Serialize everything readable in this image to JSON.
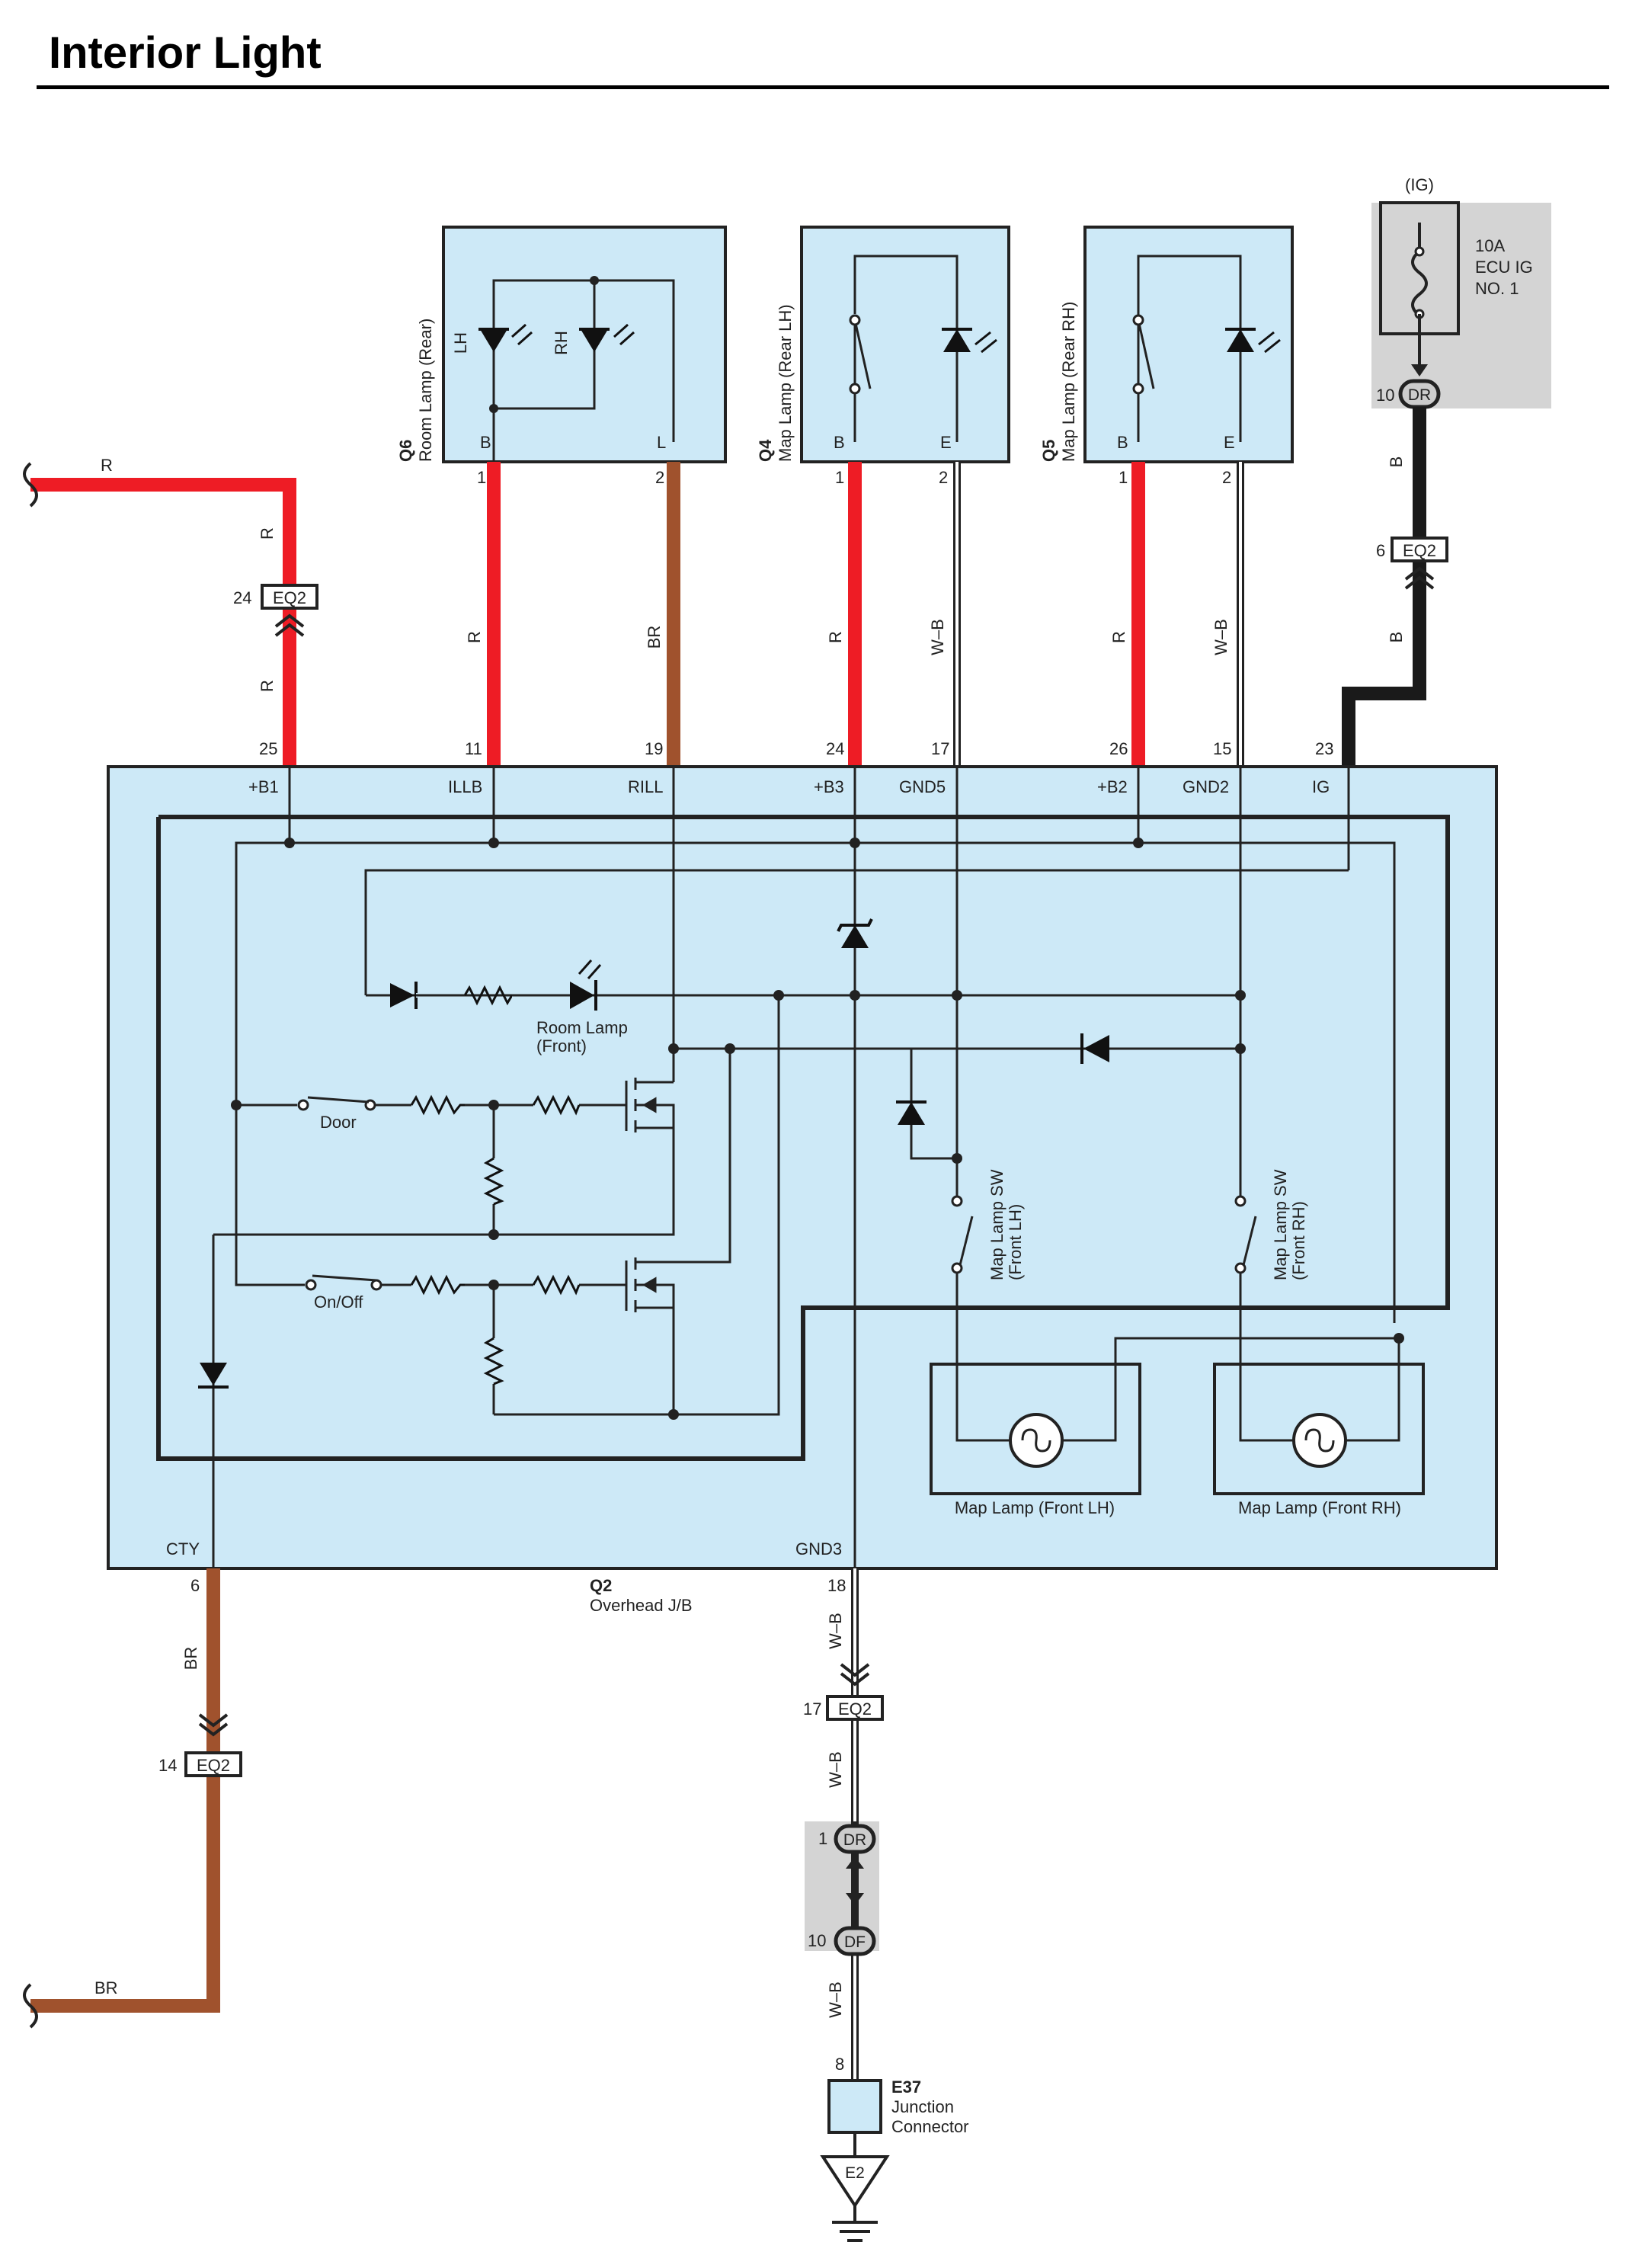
{
  "title": "Interior Light",
  "colors": {
    "red": "#ee1c25",
    "brown": "#a0522d",
    "black": "#1a1a1a",
    "box_fill": "#cde9f7",
    "fuse_bg": "#d4d4d4"
  },
  "fuse": {
    "header": "(IG)",
    "rating": "10A",
    "name1": "ECU IG",
    "name2": "NO. 1",
    "conn_pin": "10",
    "conn": "DR"
  },
  "room_lamp_rear": {
    "id": "Q6",
    "name": "Room Lamp (Rear)",
    "lh": "LH",
    "rh": "RH",
    "term_b": "B",
    "term_l": "L",
    "pin_b": "1",
    "pin_l": "2"
  },
  "map_lamp_rear_lh": {
    "id": "Q4",
    "name": "Map Lamp (Rear LH)",
    "term_b": "B",
    "term_e": "E",
    "pin_b": "1",
    "pin_e": "2"
  },
  "map_lamp_rear_rh": {
    "id": "Q5",
    "name": "Map Lamp (Rear RH)",
    "term_b": "B",
    "term_e": "E",
    "pin_b": "1",
    "pin_e": "2"
  },
  "wires": {
    "r": "R",
    "br": "BR",
    "wb": "W–B",
    "b": "B"
  },
  "connectors": {
    "eq2": "EQ2",
    "dr": "DR",
    "df": "DF",
    "pin_24": "24",
    "pin_6": "6",
    "pin_14": "14",
    "pin_17": "17",
    "pin_1": "1",
    "pin_10": "10"
  },
  "jb": {
    "id": "Q2",
    "name": "Overhead J/B",
    "terminals": [
      {
        "pin": "25",
        "name": "+B1"
      },
      {
        "pin": "11",
        "name": "ILLB"
      },
      {
        "pin": "19",
        "name": "RILL"
      },
      {
        "pin": "24",
        "name": "+B3"
      },
      {
        "pin": "17",
        "name": "GND5"
      },
      {
        "pin": "26",
        "name": "+B2"
      },
      {
        "pin": "15",
        "name": "GND2"
      },
      {
        "pin": "23",
        "name": "IG"
      }
    ],
    "cty": {
      "pin": "6",
      "name": "CTY"
    },
    "gnd3": {
      "pin": "18",
      "name": "GND3"
    },
    "room_lamp_front_1": "Room Lamp",
    "room_lamp_front_2": "(Front)",
    "door": "Door",
    "onoff": "On/Off",
    "map_sw_lh_1": "Map Lamp SW",
    "map_sw_lh_2": "(Front LH)",
    "map_sw_rh_1": "Map Lamp SW",
    "map_sw_rh_2": "(Front RH)",
    "map_lamp_front_lh": "Map Lamp (Front LH)",
    "map_lamp_front_rh": "Map Lamp (Front RH)"
  },
  "junction": {
    "pin": "8",
    "id": "E37",
    "name1": "Junction",
    "name2": "Connector",
    "ground": "E2"
  }
}
